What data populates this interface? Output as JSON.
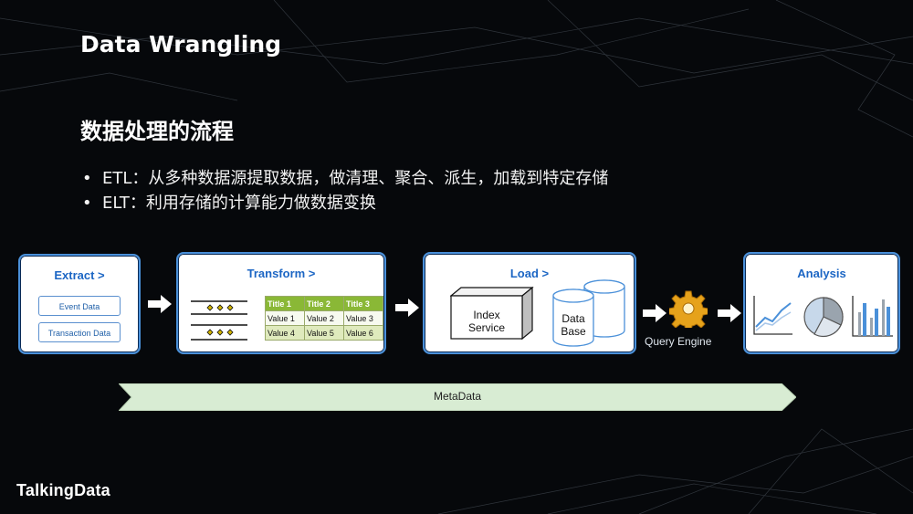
{
  "slide": {
    "title": "Data Wrangling",
    "subtitle": "数据处理的流程",
    "bullets": [
      "ETL：从多种数据源提取数据，做清理、聚合、派生，加载到特定存储",
      "ELT：利用存储的计算能力做数据变换"
    ],
    "bullet_glyph": "•"
  },
  "diagram": {
    "extract": {
      "title": "Extract >",
      "items": [
        "Event Data",
        "Transaction Data"
      ]
    },
    "transform": {
      "title": "Transform >",
      "table": {
        "headers": [
          "Title 1",
          "Title 2",
          "Title 3"
        ],
        "rows": [
          [
            "Value 1",
            "Value 2",
            "Value 3"
          ],
          [
            "Value 4",
            "Value 5",
            "Value 6"
          ]
        ]
      }
    },
    "load": {
      "title": "Load >",
      "index_service": [
        "Index",
        "Service"
      ],
      "database": [
        "Data",
        "Base"
      ]
    },
    "query_engine": "Query Engine",
    "analysis": {
      "title": "Analysis"
    },
    "metadata": "MetaData"
  },
  "footer": {
    "logo": "TalkingData"
  },
  "colors": {
    "background": "#06080b",
    "box_border": "#4a90d9",
    "box_title": "#1c66c4",
    "table_header": "#8ab836",
    "metadata_band": "#d8ecd3",
    "gear": "#e6a21b"
  }
}
